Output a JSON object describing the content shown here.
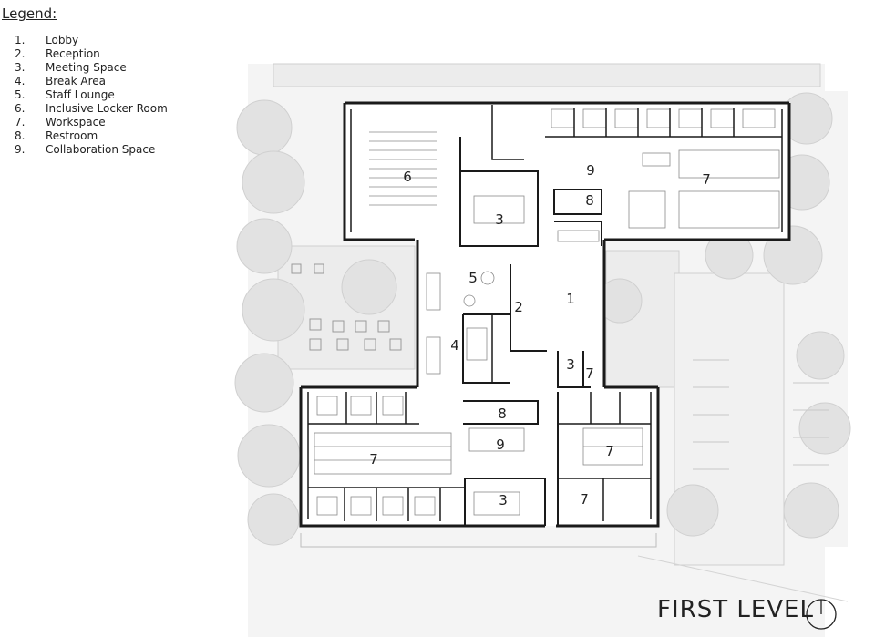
{
  "legend": {
    "title": "Legend:",
    "items": [
      {
        "num": "1.",
        "label": "Lobby"
      },
      {
        "num": "2.",
        "label": "Reception"
      },
      {
        "num": "3.",
        "label": "Meeting Space"
      },
      {
        "num": "4.",
        "label": "Break Area"
      },
      {
        "num": "5.",
        "label": "Staff Lounge"
      },
      {
        "num": "6.",
        "label": "Inclusive Locker Room"
      },
      {
        "num": "7.",
        "label": "Workspace"
      },
      {
        "num": "8.",
        "label": "Restroom"
      },
      {
        "num": "9.",
        "label": "Collaboration Space"
      }
    ]
  },
  "plan": {
    "level_title": "FIRST LEVEL",
    "room_labels": [
      "6",
      "3",
      "9",
      "8",
      "7",
      "5",
      "2",
      "1",
      "4",
      "3",
      "7",
      "8",
      "9",
      "7",
      "7",
      "3",
      "7"
    ]
  },
  "colors": {
    "wall": "#1a1a1a",
    "site_fill": "#ededed",
    "tree_fill": "#e4e4e4",
    "furniture": "#8a8a8a"
  }
}
